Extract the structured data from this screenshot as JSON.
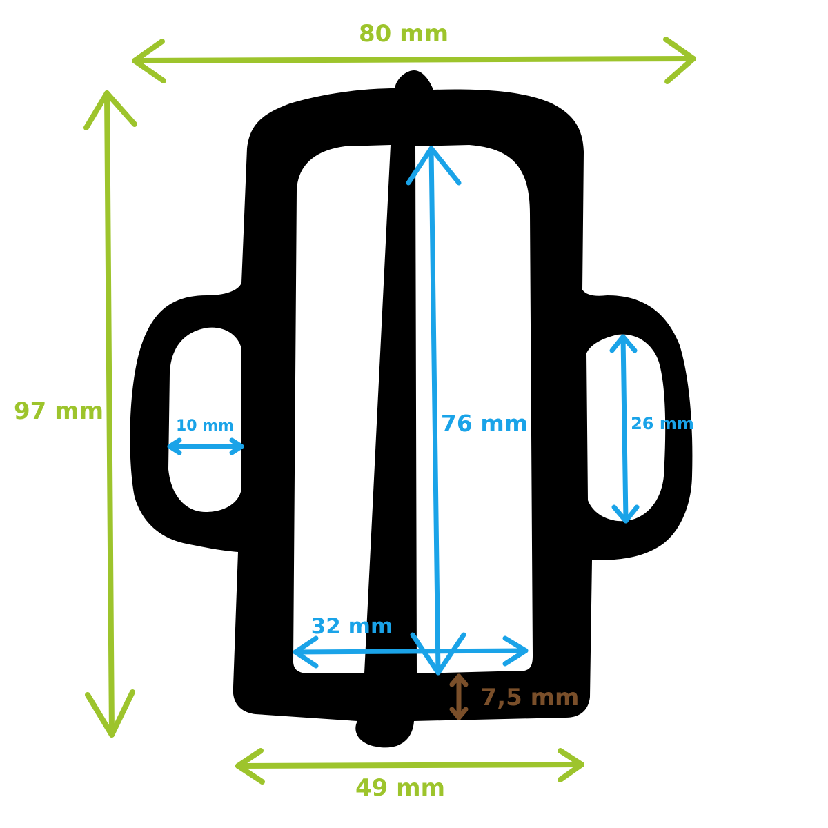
{
  "colors": {
    "outer_dimension": "#9dc42c",
    "inner_dimension": "#1aa3e8",
    "thickness_dimension": "#7a4f2a",
    "buckle": "#000000"
  },
  "dimensions": {
    "total_width": "80 mm",
    "total_height": "97 mm",
    "base_width": "49 mm",
    "inner_height": "76 mm",
    "inner_width": "32 mm",
    "side_loop_width": "10 mm",
    "side_loop_height": "26 mm",
    "bar_thickness": "7,5 mm"
  }
}
